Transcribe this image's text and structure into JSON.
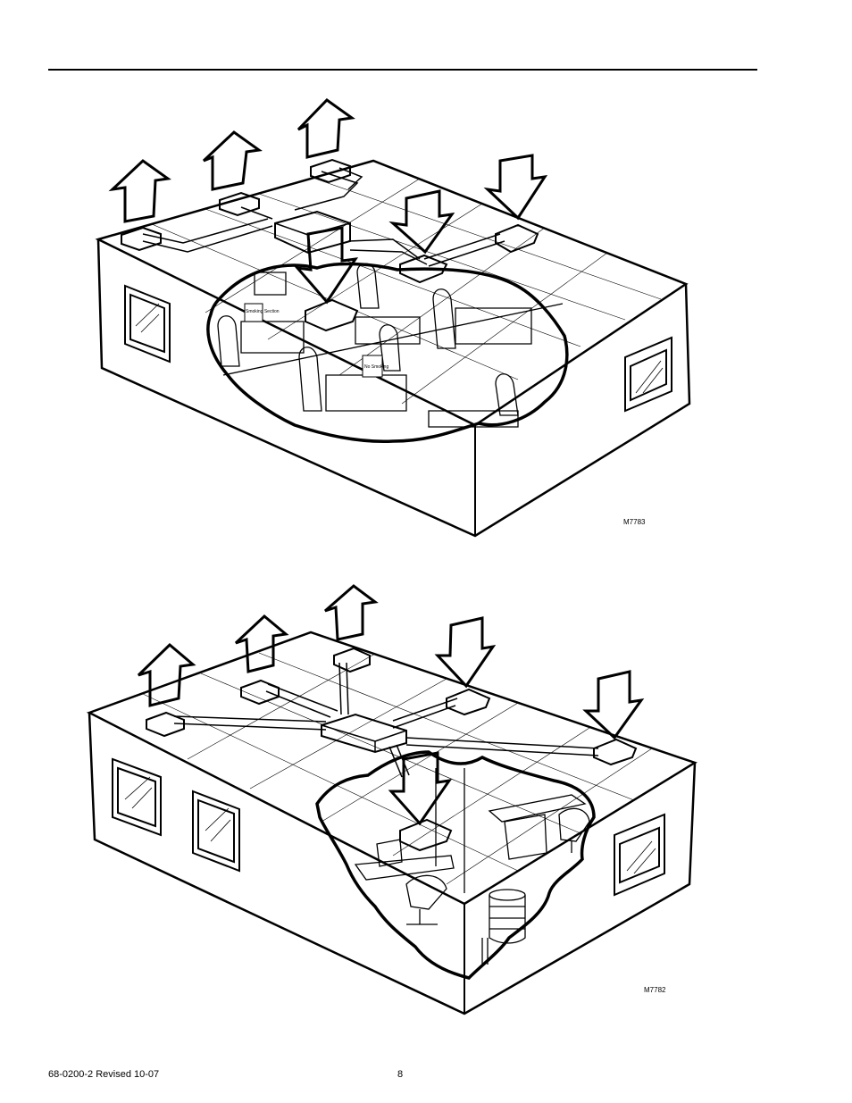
{
  "figures": [
    {
      "code": "M7783",
      "sign_text_1": "Smoking Section",
      "sign_text_2": "No Smoking"
    },
    {
      "code": "M7782"
    }
  ],
  "footer": {
    "doc_id": "68-0200-2   Revised  10-07",
    "page_number": "8"
  }
}
